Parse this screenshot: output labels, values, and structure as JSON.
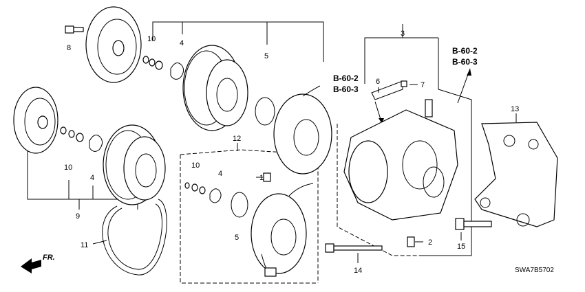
{
  "callouts": {
    "c1": "1",
    "c2": "2",
    "c3": "3",
    "c4a": "4",
    "c4b": "4",
    "c4c": "4",
    "c5a": "5",
    "c5b": "5",
    "c6": "6",
    "c7": "7",
    "c8": "8",
    "c9": "9",
    "c10a": "10",
    "c10b": "10",
    "c10c": "10",
    "c11": "11",
    "c12": "12",
    "c13": "13",
    "c14": "14",
    "c15": "15"
  },
  "refs": {
    "left_top": "B-60-2",
    "left_bottom": "B-60-3",
    "right_top": "B-60-2",
    "right_bottom": "B-60-3"
  },
  "direction": "FR.",
  "diagram_code": "SWA7B5702"
}
